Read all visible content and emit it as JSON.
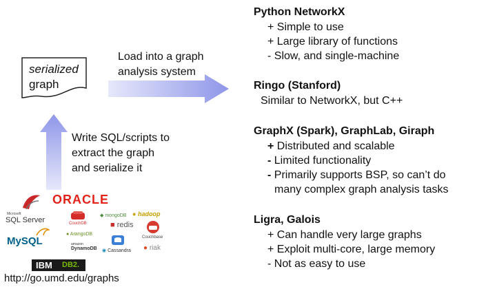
{
  "note": {
    "line1": "serialized",
    "line2": "graph"
  },
  "load_caption": [
    "Load into a graph",
    "analysis system"
  ],
  "write_caption": [
    "Write SQL/scripts to",
    "extract the graph",
    "and serialize it"
  ],
  "sections": [
    {
      "title": "Python NetworkX",
      "items": [
        {
          "marker": "+",
          "text": "Simple to use"
        },
        {
          "marker": "+",
          "text": "Large library of functions"
        },
        {
          "marker": "-",
          "text": "Slow, and single-machine"
        }
      ]
    },
    {
      "title": "Ringo (Stanford)",
      "items": [
        {
          "marker": "",
          "text": "Similar to NetworkX, but C++"
        }
      ]
    },
    {
      "title": "GraphX (Spark), GraphLab, Giraph",
      "items": [
        {
          "marker": "+",
          "text": "Distributed and scalable"
        },
        {
          "marker": "-",
          "text": "Limited functionality"
        },
        {
          "marker": "-",
          "text": "Primarily supports BSP, so can’t do"
        },
        {
          "marker": "",
          "text": "many complex graph analysis tasks"
        }
      ]
    },
    {
      "title": "Ligra, Galois",
      "items": [
        {
          "marker": "+",
          "text": "Can handle very large graphs"
        },
        {
          "marker": "+",
          "text": "Exploit multi-core, large memory"
        },
        {
          "marker": "-",
          "text": "Not as easy to use"
        }
      ]
    }
  ],
  "logos": {
    "oracle": "ORACLE",
    "sqlserver_small": "Microsoft",
    "sqlserver": "SQL Server",
    "couchdb": "CouchDB",
    "mongodb": "mongoDB",
    "hadoop": "hadoop",
    "redis": "redis",
    "couchbase": "Couchbase",
    "mysql": "MySQL",
    "arangodb": "ArangoDB",
    "dynamodb_small": "amazon",
    "dynamodb": "DynamoDB",
    "riak": "riak",
    "cassandra": "Cassandra",
    "ibm": "IBM",
    "db2": "DB2."
  },
  "url": "http://go.umd.edu/graphs",
  "colors": {
    "arrow_fill_light": "#e6e8fb",
    "arrow_fill_dark": "#8f96e8",
    "oracle_red": "#e2231a",
    "mysql_blue": "#00618a",
    "mysql_orange": "#e48e00",
    "ibm_bg": "#1a1a1a",
    "db2_green": "#7ab800"
  }
}
